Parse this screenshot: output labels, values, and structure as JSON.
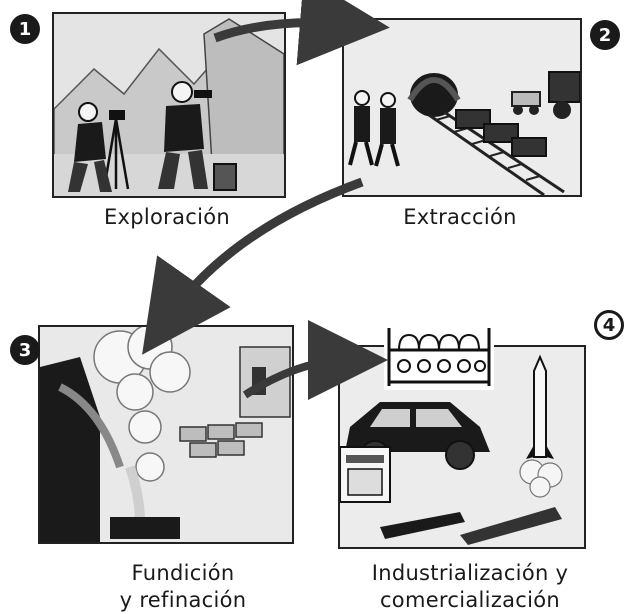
{
  "steps": [
    {
      "number": "1",
      "label": "Exploración"
    },
    {
      "number": "2",
      "label": "Extracción"
    },
    {
      "number": "3",
      "label_line1": "Fundición",
      "label_line2": "y refinación"
    },
    {
      "number": "4",
      "label_line1": "Industrialización y",
      "label_line2": "comercialización"
    }
  ],
  "colors": {
    "ink": "#1a1a1a",
    "paper": "#ececec",
    "arrow": "#3a3a3a"
  }
}
